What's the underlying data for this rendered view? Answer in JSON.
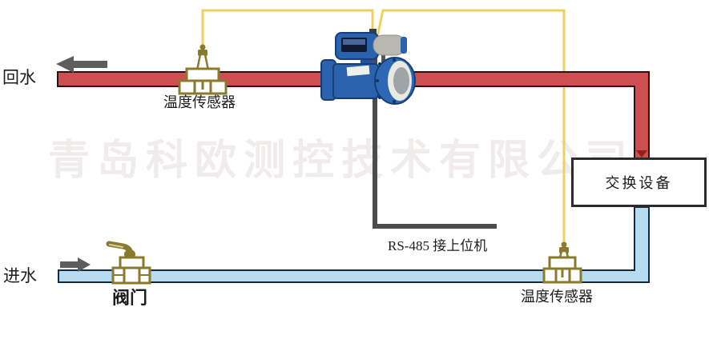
{
  "watermark": "青岛科欧测控技术有限公司",
  "labels": {
    "return_pipe": "回水",
    "inlet_pipe": "进水",
    "temp_sensor_top": "温度传感器",
    "temp_sensor_bottom": "温度传感器",
    "valve": "阀门",
    "rs485": "RS-485 接上位机",
    "exchange_device": "交换设备"
  },
  "colors": {
    "hot_pipe_fill": "#ce4f52",
    "hot_pipe_border": "#2e0f10",
    "cold_pipe_fill": "#b7dcf2",
    "cold_pipe_border": "#142a3e",
    "signal_wire": "#eed05e",
    "brass_fitting": "#8a7a2e",
    "flowmeter_blue": "#2a62ae",
    "converter_gray": "#b9b8b0",
    "rs485_cable": "#4c4c4c",
    "flow_arrow": "#5d5d5d"
  }
}
